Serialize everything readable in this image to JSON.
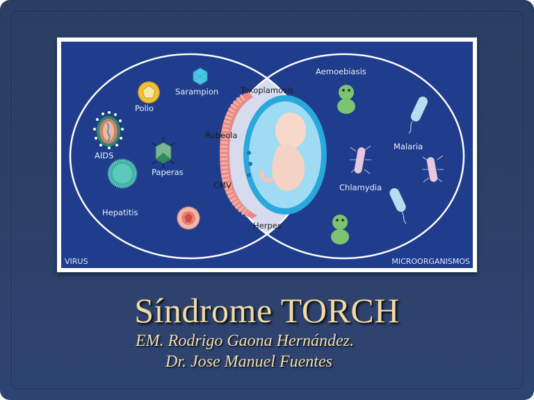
{
  "slide": {
    "title": "Síndrome TORCH",
    "authors": [
      "EM. Rodrigo Gaona Hernández.",
      "Dr. Jose Manuel Fuentes"
    ]
  },
  "figure": {
    "left_set_label": "VIRUS",
    "right_set_label": "MICROORGANISMOS",
    "virus_items": [
      {
        "label": "Polio",
        "icon": "polio-virus-icon"
      },
      {
        "label": "Sarampion",
        "icon": "measles-virus-icon"
      },
      {
        "label": "AIDS",
        "icon": "hiv-virus-icon"
      },
      {
        "label": "Paperas",
        "icon": "mumps-virus-icon"
      },
      {
        "label": "Hepatitis",
        "icon": "hepatitis-virus-icon"
      },
      {
        "label": "",
        "icon": "herpes-virus-icon"
      }
    ],
    "intersection_items": [
      {
        "label": "Toxoplamosis"
      },
      {
        "label": "Rubeola"
      },
      {
        "label": "CMV"
      },
      {
        "label": "Herpes"
      }
    ],
    "center_icon": "fetus-in-womb-icon",
    "microorganism_items": [
      {
        "label": "Aemoebiasis",
        "icon": "amoeba-icon"
      },
      {
        "label": "Malaria",
        "icon": "bacillus-icon"
      },
      {
        "label": "Chlamydia",
        "icon": "bacterium-icon"
      }
    ]
  },
  "colors": {
    "background": "#2a3e66",
    "figure_blue": "#1f3d8c",
    "intersection": "#d6dced",
    "title_gold": "#f3d9a4"
  }
}
